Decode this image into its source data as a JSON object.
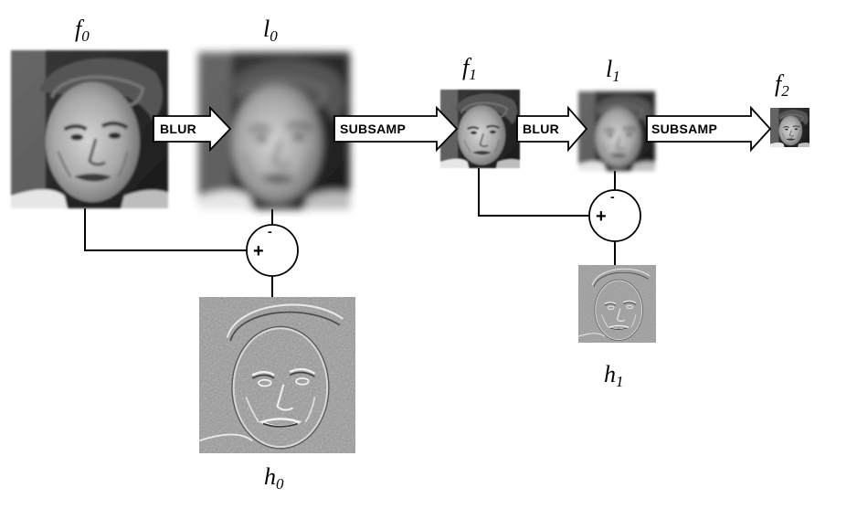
{
  "labels": {
    "f0": {
      "main": "f",
      "sub": "0"
    },
    "l0": {
      "main": "l",
      "sub": "0"
    },
    "f1": {
      "main": "f",
      "sub": "1"
    },
    "l1": {
      "main": "l",
      "sub": "1"
    },
    "f2": {
      "main": "f",
      "sub": "2"
    },
    "h0": {
      "main": "h",
      "sub": "0"
    },
    "h1": {
      "main": "h",
      "sub": "1"
    }
  },
  "ops": {
    "blur0": "BLUR",
    "subsamp0": "SUBSAMP",
    "blur1": "BLUR",
    "subsamp1": "SUBSAMP"
  },
  "adders": {
    "a0": {
      "op": "+",
      "minus": "-"
    },
    "a1": {
      "op": "+",
      "minus": "-"
    }
  },
  "colors": {
    "ink": "#000000",
    "arrow_fill": "#ffffff",
    "photo_gray": "#8a8a8a",
    "residual_gray": "#9a9a9a"
  }
}
